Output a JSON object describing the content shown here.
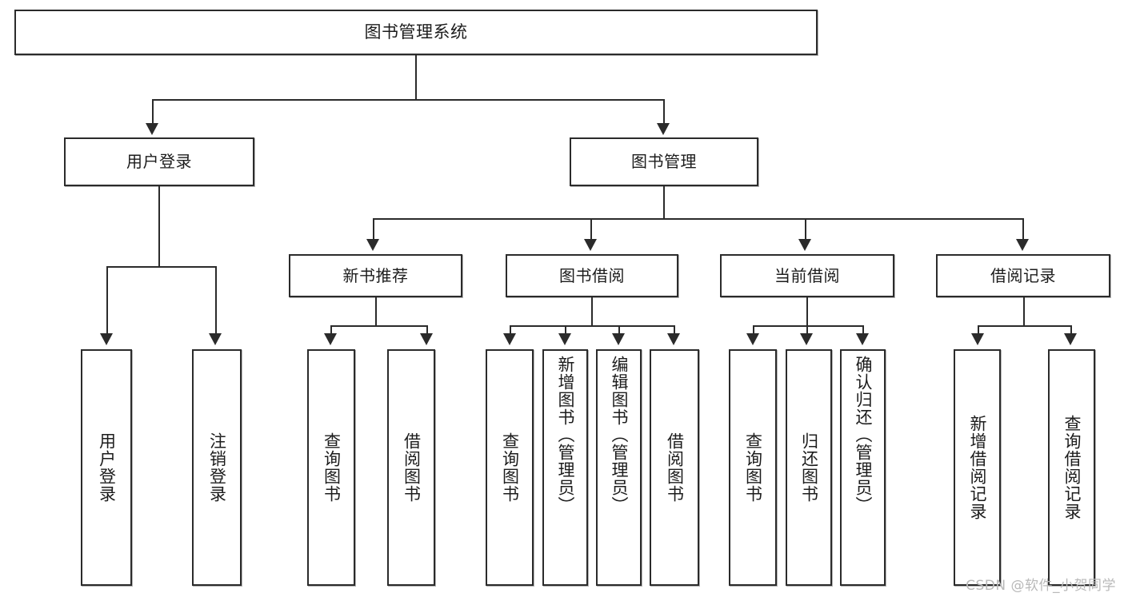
{
  "diagram": {
    "type": "tree",
    "title": "图书管理系统",
    "root": {
      "id": "root",
      "label": "图书管理系统"
    },
    "level2": [
      {
        "id": "user-login",
        "label": "用户登录"
      },
      {
        "id": "book-manage",
        "label": "图书管理"
      }
    ],
    "level3": [
      {
        "id": "new-book-recommend",
        "label": "新书推荐",
        "parent": "book-manage"
      },
      {
        "id": "book-borrow",
        "label": "图书借阅",
        "parent": "book-manage"
      },
      {
        "id": "current-borrow",
        "label": "当前借阅",
        "parent": "book-manage"
      },
      {
        "id": "borrow-record",
        "label": "借阅记录",
        "parent": "book-manage"
      }
    ],
    "leaves": {
      "user_login": [
        {
          "id": "leaf-user-login",
          "label": "用户登录"
        },
        {
          "id": "leaf-user-logout",
          "label": "注销登录"
        }
      ],
      "new_book_recommend": [
        {
          "id": "leaf-query-book-1",
          "label": "查询图书"
        },
        {
          "id": "leaf-borrow-book-1",
          "label": "借阅图书"
        }
      ],
      "book_borrow": [
        {
          "id": "leaf-query-book-2",
          "label": "查询图书"
        },
        {
          "id": "leaf-add-book",
          "label": "新增图书（管理员）"
        },
        {
          "id": "leaf-edit-book",
          "label": "编辑图书（管理员）"
        },
        {
          "id": "leaf-borrow-book-2",
          "label": "借阅图书"
        }
      ],
      "current_borrow": [
        {
          "id": "leaf-query-book-3",
          "label": "查询图书"
        },
        {
          "id": "leaf-return-book",
          "label": "归还图书"
        },
        {
          "id": "leaf-confirm-return",
          "label": "确认归还（管理员）"
        }
      ],
      "borrow_record": [
        {
          "id": "leaf-add-record",
          "label": "新增借阅记录"
        },
        {
          "id": "leaf-query-record",
          "label": "查询借阅记录"
        }
      ]
    }
  },
  "watermark": {
    "text": "CSDN @软件_小贺同学"
  },
  "colors": {
    "stroke": "#2b2b2b",
    "fill": "#ffffff",
    "text": "#1c1c1c",
    "watermark": "#b9b9b9"
  }
}
